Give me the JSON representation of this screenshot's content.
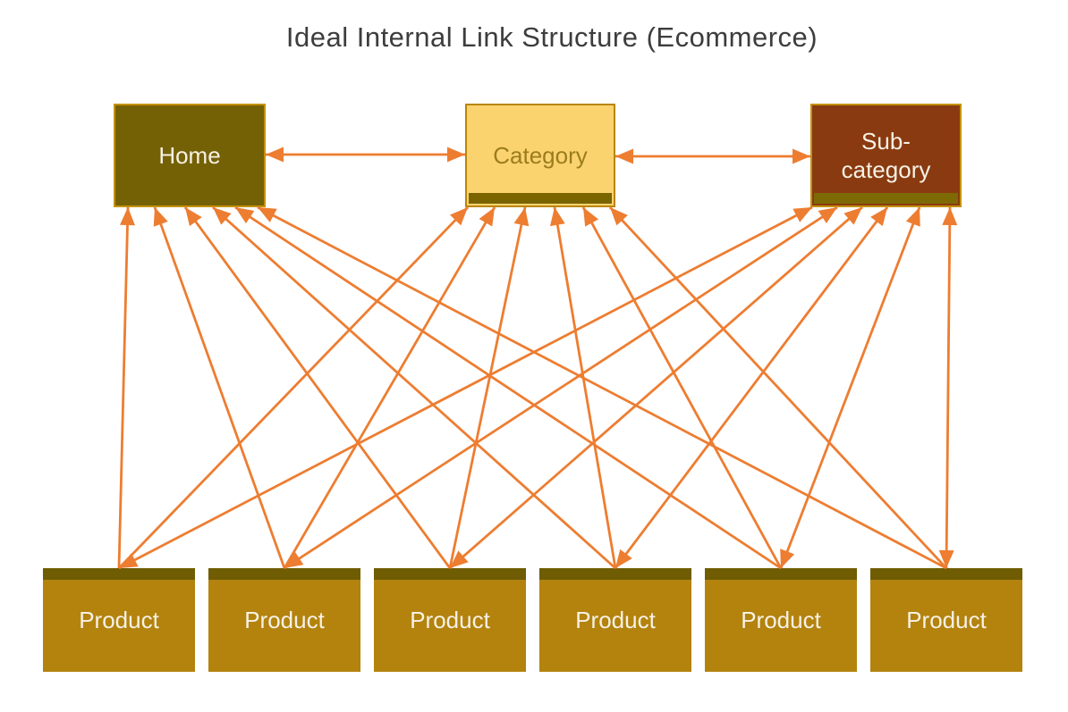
{
  "title": "Ideal Internal Link Structure (Ecommerce)",
  "nodes": {
    "home": {
      "label": "Home"
    },
    "category": {
      "label": "Category"
    },
    "subcategory": {
      "label": "Sub-category"
    },
    "products": [
      {
        "label": "Product"
      },
      {
        "label": "Product"
      },
      {
        "label": "Product"
      },
      {
        "label": "Product"
      },
      {
        "label": "Product"
      },
      {
        "label": "Product"
      }
    ]
  },
  "edges": [
    {
      "a": "home",
      "b": "category",
      "double": true
    },
    {
      "a": "category",
      "b": "subcategory",
      "double": true
    },
    {
      "a": "product-1",
      "b": "home",
      "double": false
    },
    {
      "a": "product-1",
      "b": "category",
      "double": false
    },
    {
      "a": "product-1",
      "b": "subcategory",
      "double": true
    },
    {
      "a": "product-2",
      "b": "home",
      "double": false
    },
    {
      "a": "product-2",
      "b": "category",
      "double": false
    },
    {
      "a": "product-2",
      "b": "subcategory",
      "double": true
    },
    {
      "a": "product-3",
      "b": "home",
      "double": false
    },
    {
      "a": "product-3",
      "b": "category",
      "double": false
    },
    {
      "a": "product-3",
      "b": "subcategory",
      "double": true
    },
    {
      "a": "product-4",
      "b": "home",
      "double": false
    },
    {
      "a": "product-4",
      "b": "category",
      "double": false
    },
    {
      "a": "product-4",
      "b": "subcategory",
      "double": true
    },
    {
      "a": "product-5",
      "b": "home",
      "double": false
    },
    {
      "a": "product-5",
      "b": "category",
      "double": false
    },
    {
      "a": "product-5",
      "b": "subcategory",
      "double": true
    },
    {
      "a": "product-6",
      "b": "home",
      "double": false
    },
    {
      "a": "product-6",
      "b": "category",
      "double": false
    },
    {
      "a": "product-6",
      "b": "subcategory",
      "double": true
    }
  ],
  "palette": {
    "page-bg": "#ffffff",
    "title-color": "#3d3d3d",
    "arrow": "#ed7d31",
    "home-fill": "#756105",
    "home-border": "#c3920e",
    "home-text": "#f7f1e5",
    "category-fill": "#fbd36e",
    "category-border": "#b8860b",
    "category-text": "#9a7d1d",
    "category-bar": "#7a6400",
    "subcategory-fill": "#8a3a10",
    "subcategory-border": "#c3920e",
    "subcategory-text": "#f7f1e5",
    "subcategory-bar": "#7e6a04",
    "product-fill": "#b3830e",
    "product-bar": "#6f5c03",
    "product-text": "#f7f1e5"
  }
}
